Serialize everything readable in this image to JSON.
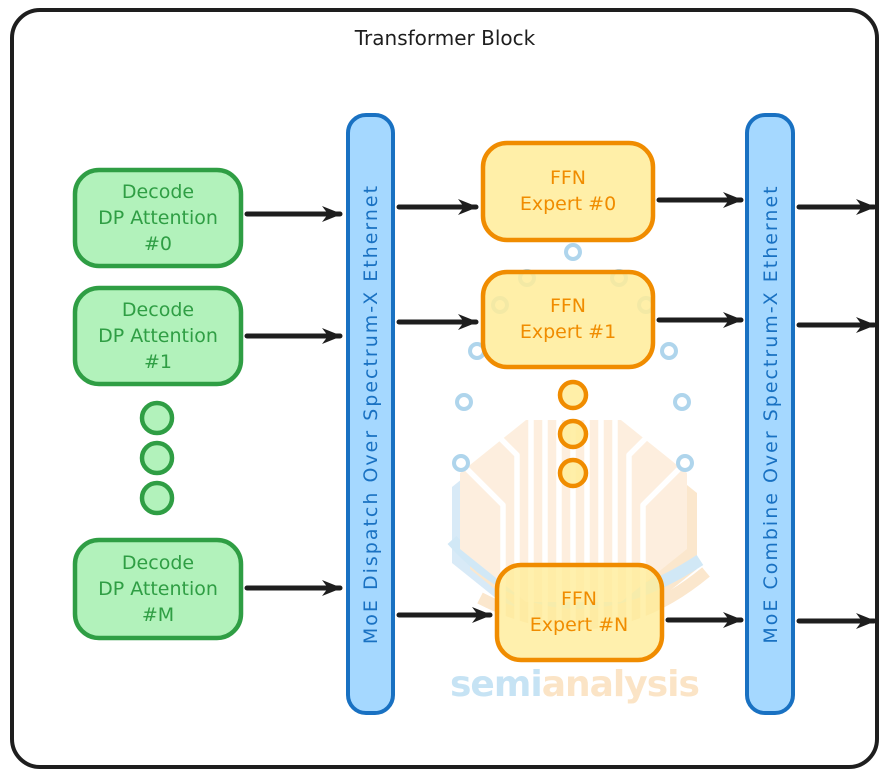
{
  "title": "Transformer Block",
  "colors": {
    "green_fill": "#b2f2bb",
    "green_stroke": "#2f9e44",
    "yellow_fill": "#ffec99",
    "orange_stroke": "#f08c00",
    "blue_fill": "#a5d8ff",
    "blue_stroke": "#1971c2",
    "arrow": "#1e1e1e"
  },
  "attention_nodes": [
    {
      "line1": "Decode",
      "line2": "DP Attention",
      "line3": "#0"
    },
    {
      "line1": "Decode",
      "line2": "DP Attention",
      "line3": "#1"
    },
    {
      "line1": "Decode",
      "line2": "DP Attention",
      "line3": "#M"
    }
  ],
  "dispatch_bar": {
    "label": "MoE Dispatch Over Spectrum-X Ethernet"
  },
  "combine_bar": {
    "label": "MoE Combine Over Spectrum-X Ethernet"
  },
  "expert_nodes": [
    {
      "line1": "FFN",
      "line2": "Expert #0"
    },
    {
      "line1": "FFN",
      "line2": "Expert #1"
    },
    {
      "line1": "FFN",
      "line2": "Expert #N"
    }
  ],
  "watermark": {
    "part1": "semi",
    "part2": "analysis"
  }
}
